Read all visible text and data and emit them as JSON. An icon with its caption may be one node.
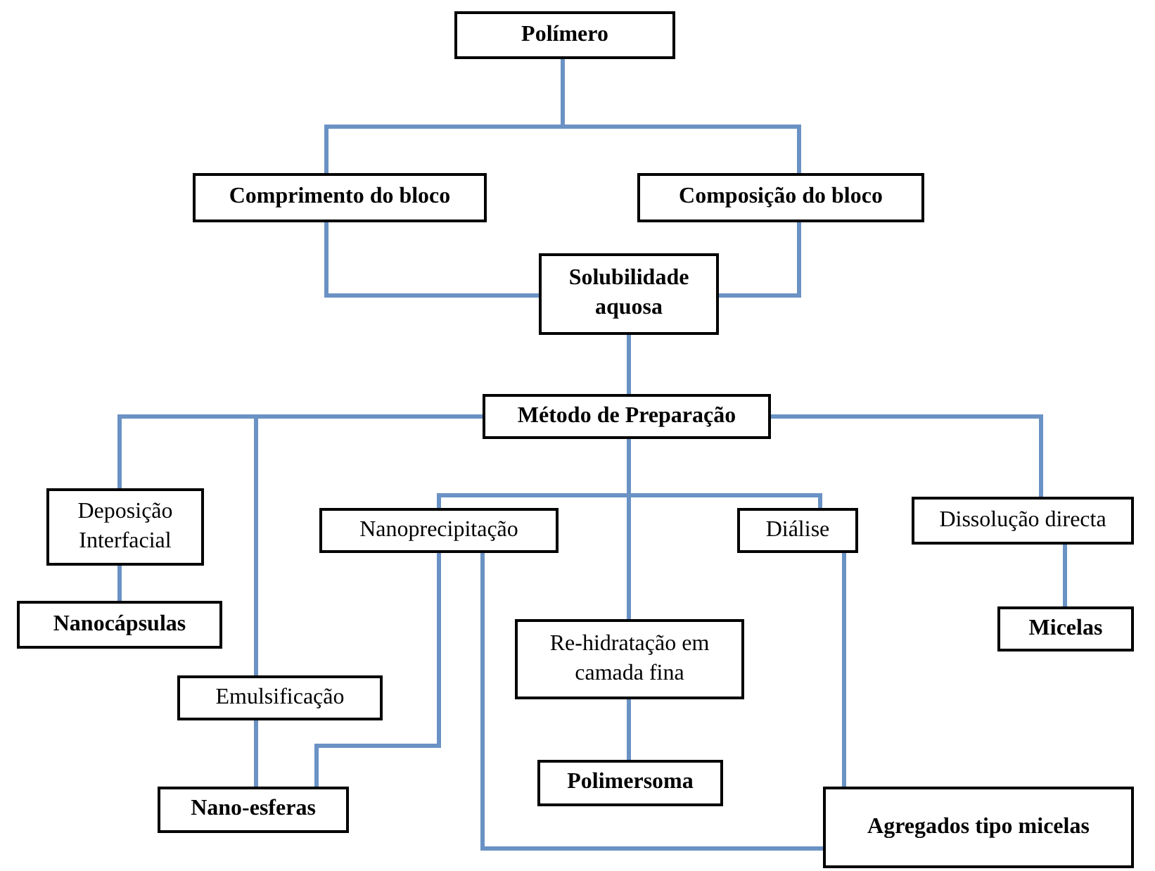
{
  "diagram": {
    "nodes": [
      {
        "text": [
          "Polímero"
        ]
      },
      {
        "text": [
          "Comprimento do bloco"
        ]
      },
      {
        "text": [
          "Composição do bloco"
        ]
      },
      {
        "text": [
          "Solubilidade aquosa"
        ]
      },
      {
        "text": [
          "Método de Preparação"
        ]
      },
      {
        "text": [
          "Deposição Interfacial"
        ]
      },
      {
        "text": [
          "Nanocápsulas"
        ]
      },
      {
        "text": [
          "Nanoprecipitação"
        ]
      },
      {
        "text": [
          "Re-hidratação em camada fina"
        ]
      },
      {
        "text": [
          "Diálise"
        ]
      },
      {
        "text": [
          "Dissolução directa"
        ]
      },
      {
        "text": [
          "Micelas"
        ]
      },
      {
        "text": [
          "Emulsificação"
        ]
      },
      {
        "text": [
          "Nano-esferas"
        ]
      },
      {
        "text": [
          "Polimersoma"
        ]
      },
      {
        "text": [
          "Agregados tipo micelas"
        ]
      }
    ],
    "edges": [
      {
        "from": 0,
        "to": 1,
        "arrow": "none"
      },
      {
        "from": 0,
        "to": 2,
        "arrow": "none"
      },
      {
        "from": 1,
        "to": 3,
        "arrow": "none"
      },
      {
        "from": 2,
        "to": 3,
        "arrow": "none"
      },
      {
        "from": 3,
        "to": 4,
        "arrow": "none"
      },
      {
        "from": 4,
        "to": 5,
        "arrow": "none"
      },
      {
        "from": 4,
        "to": 12,
        "arrow": "none"
      },
      {
        "from": 4,
        "to": 7,
        "arrow": "none"
      },
      {
        "from": 4,
        "to": 8,
        "arrow": "none"
      },
      {
        "from": 4,
        "to": 9,
        "arrow": "none"
      },
      {
        "from": 4,
        "to": 10,
        "arrow": "none"
      },
      {
        "from": 5,
        "to": 6,
        "arrow": "none"
      },
      {
        "from": 12,
        "to": 13,
        "arrow": "none"
      },
      {
        "from": 7,
        "to": 13,
        "arrow": "none"
      },
      {
        "from": 7,
        "to": 15,
        "arrow": "none"
      },
      {
        "from": 8,
        "to": 14,
        "arrow": "none"
      },
      {
        "from": 9,
        "to": 15,
        "arrow": "none"
      },
      {
        "from": 10,
        "to": 11,
        "arrow": "none"
      }
    ]
  }
}
